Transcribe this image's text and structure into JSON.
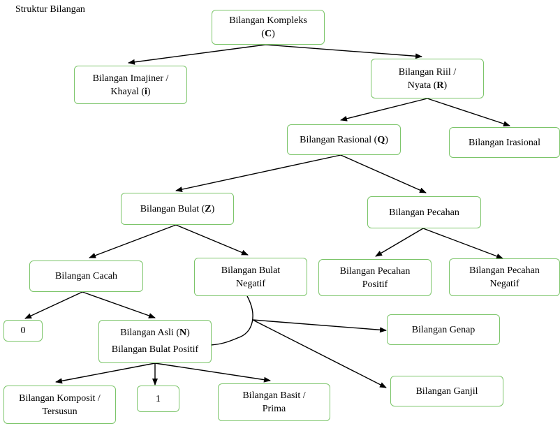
{
  "title": "Struktur Bilangan",
  "nodes": {
    "kompleks": {
      "l1": "Bilangan Kompleks",
      "l2_pre": "(",
      "l2_bold": "C",
      "l2_post": ")"
    },
    "imajiner": {
      "l1": "Bilangan Imajiner /",
      "l2_pre": "Khayal (",
      "l2_bold": "i",
      "l2_post": ")"
    },
    "riil": {
      "l1": "Bilangan Riil /",
      "l2_pre": "Nyata (",
      "l2_bold": "R",
      "l2_post": ")"
    },
    "rasional": {
      "pre": "Bilangan Rasional (",
      "bold": "Q",
      "post": ")"
    },
    "irasional": {
      "text": "Bilangan Irasional"
    },
    "bulat": {
      "pre": "Bilangan Bulat (",
      "bold": "Z",
      "post": ")"
    },
    "pecahan": {
      "text": "Bilangan Pecahan"
    },
    "cacah": {
      "text": "Bilangan Cacah"
    },
    "bulat_negatif": {
      "l1": "Bilangan Bulat",
      "l2": "Negatif"
    },
    "pecahan_positif": {
      "l1": "Bilangan Pecahan",
      "l2": "Positif"
    },
    "pecahan_negatif": {
      "l1": "Bilangan Pecahan",
      "l2": "Negatif"
    },
    "nol": {
      "text": "0"
    },
    "asli": {
      "pre": "Bilangan Asli (",
      "bold": "N",
      "post": ")",
      "l2": "Bilangan Bulat Positif"
    },
    "genap": {
      "text": "Bilangan Genap"
    },
    "ganjil": {
      "text": "Bilangan Ganjil"
    },
    "komposit": {
      "l1": "Bilangan Komposit /",
      "l2": "Tersusun"
    },
    "satu": {
      "text": "1"
    },
    "prima": {
      "l1": "Bilangan Basit /",
      "l2": "Prima"
    }
  },
  "colors": {
    "box_border": "#7cc56a",
    "line": "#000000"
  }
}
